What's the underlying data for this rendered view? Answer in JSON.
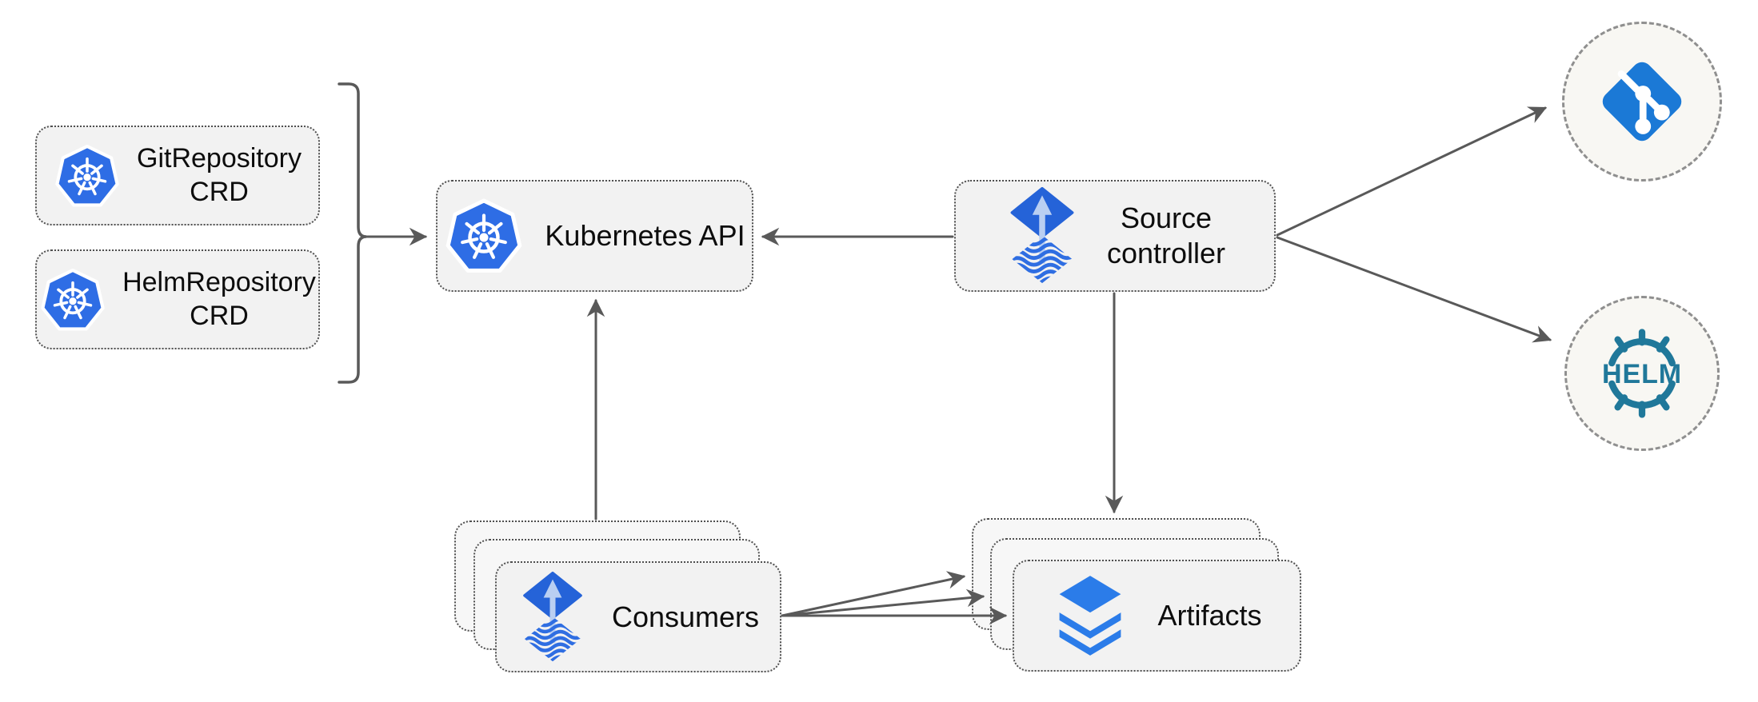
{
  "diagram": {
    "nodes": {
      "git_repository_crd": {
        "line1": "GitRepository",
        "line2": "CRD",
        "icon": "kubernetes-icon"
      },
      "helm_repository_crd": {
        "line1": "HelmRepository",
        "line2": "CRD",
        "icon": "kubernetes-icon"
      },
      "kubernetes_api": {
        "label": "Kubernetes API",
        "icon": "kubernetes-icon"
      },
      "source_controller": {
        "line1": "Source",
        "line2": "controller",
        "icon": "flux-icon"
      },
      "consumers": {
        "label": "Consumers",
        "icon": "flux-icon",
        "stacked_count": 3
      },
      "artifacts": {
        "label": "Artifacts",
        "icon": "layers-icon",
        "stacked_count": 3
      },
      "git_remote": {
        "icon": "git-icon"
      },
      "helm_remote": {
        "icon": "helm-icon",
        "logo_text": "HELM"
      }
    },
    "edges": [
      {
        "from": "git_repository_crd,helm_repository_crd",
        "to": "kubernetes_api",
        "style": "bracket-arrow"
      },
      {
        "from": "source_controller",
        "to": "kubernetes_api"
      },
      {
        "from": "consumers",
        "to": "kubernetes_api"
      },
      {
        "from": "source_controller",
        "to": "artifacts"
      },
      {
        "from": "source_controller",
        "to": "git_remote"
      },
      {
        "from": "source_controller",
        "to": "helm_remote"
      },
      {
        "from": "consumers",
        "to": "artifacts",
        "count": 3
      }
    ],
    "colors": {
      "arrow": "#595959",
      "node_fill": "#f2f2f2",
      "node_border": "#4f4f4f",
      "circle_fill": "#f8f7f3",
      "circle_border": "#8f8f8f",
      "kubernetes_blue": "#2e6de5",
      "flux_blue": "#2563d8",
      "flux_arrow_light": "#b9cff2",
      "layers_blue": "#2b7ce9",
      "git_blue": "#1b79d6",
      "helm_teal": "#20789a",
      "text": "#0d0d0d"
    }
  }
}
